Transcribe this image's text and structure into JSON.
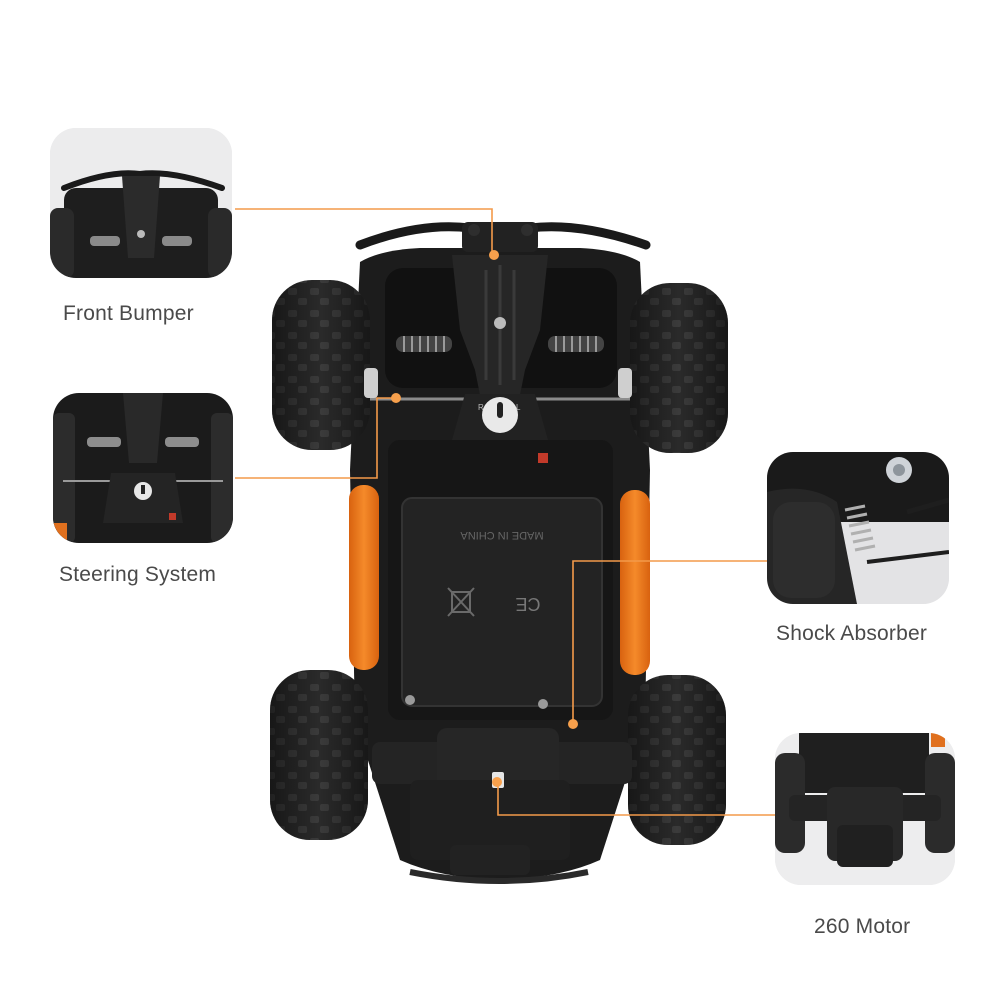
{
  "callouts": [
    {
      "id": "front",
      "label": "Front Bumper"
    },
    {
      "id": "steer",
      "label": "Steering System"
    },
    {
      "id": "shock",
      "label": "Shock Absorber"
    },
    {
      "id": "motor",
      "label": "260 Motor"
    }
  ],
  "body_text": {
    "made_in": "MADE IN CHINA",
    "ce_mark": "CE"
  },
  "colors": {
    "callout_line": "#f39a4a",
    "callout_dot": "#f7a04c",
    "chassis": "#1e1e1e",
    "side_guard": "#f07d1e",
    "label_text": "#4a4a4a"
  }
}
